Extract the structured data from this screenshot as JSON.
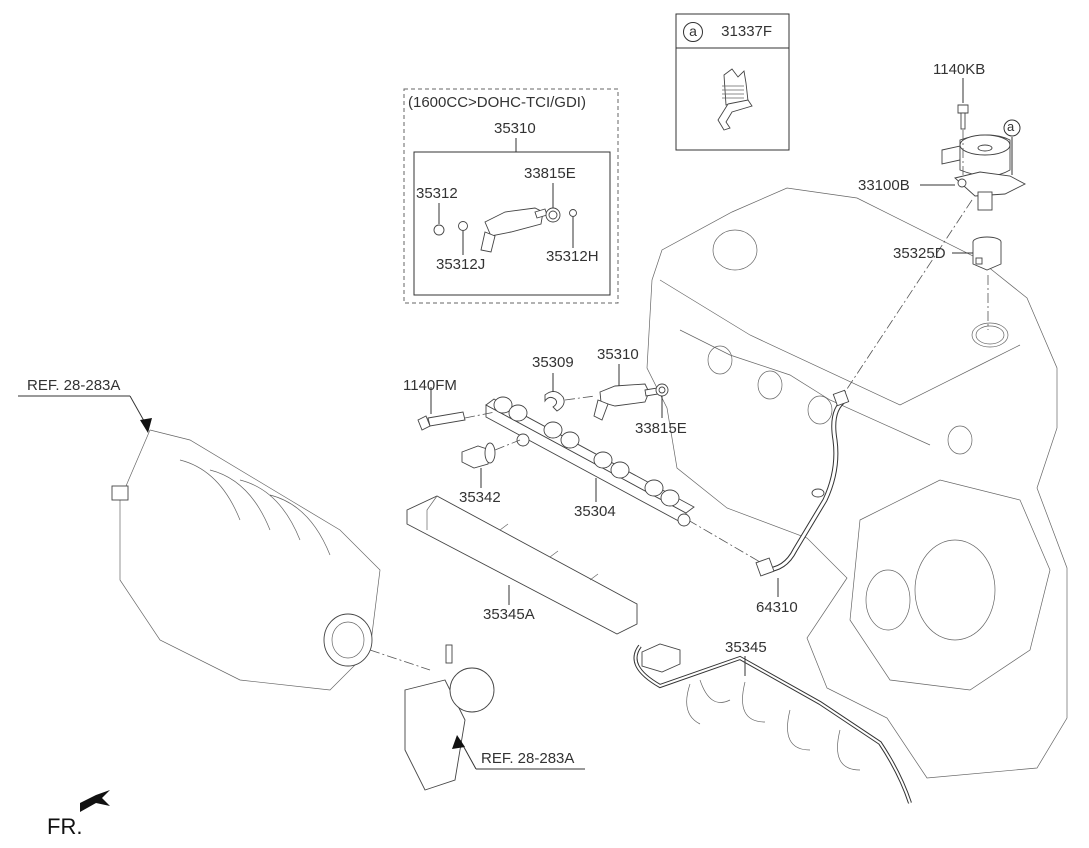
{
  "diagram": {
    "variant_box": {
      "title": "(1600CC>DOHC-TCI/GDI)",
      "kit_label": "35310",
      "parts": [
        "35312",
        "33815E",
        "35312J",
        "35312H"
      ]
    },
    "callout_box": {
      "marker": "a",
      "part": "31337F"
    },
    "labels": {
      "p1140KB": "1140KB",
      "marker_a": "a",
      "p33100B": "33100B",
      "p35325D": "35325D",
      "p1140FM": "1140FM",
      "p35309": "35309",
      "p35310": "35310",
      "p33815E": "33815E",
      "p35342": "35342",
      "p35304": "35304",
      "p35345A": "35345A",
      "p64310": "64310",
      "p35345": "35345"
    },
    "references": {
      "manifold_ref": "REF. 28-283A",
      "throttle_ref": "REF. 28-283A"
    },
    "front_indicator": "FR."
  }
}
